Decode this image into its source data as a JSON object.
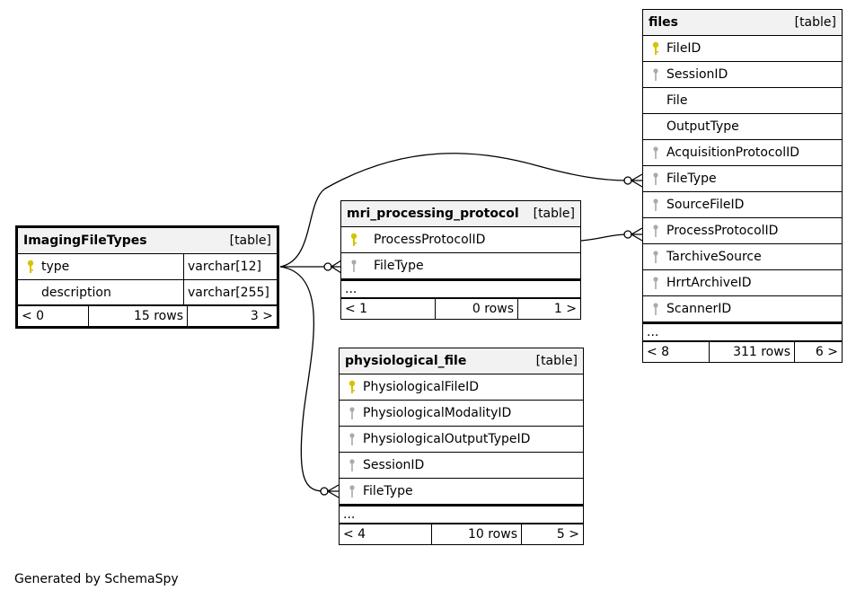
{
  "credit": "Generated by SchemaSpy",
  "tables": {
    "imaging": {
      "name": "ImagingFileTypes",
      "tag": "[table]",
      "columns": [
        {
          "name": "type",
          "type": "varchar[12]",
          "key": "primary"
        },
        {
          "name": "description",
          "type": "varchar[255]",
          "key": "none"
        }
      ],
      "footer": {
        "parents": "< 0",
        "rows": "15 rows",
        "children": "3 >"
      }
    },
    "mri": {
      "name": "mri_processing_protocol",
      "tag": "[table]",
      "columns": [
        {
          "name": "ProcessProtocolID",
          "key": "primary"
        },
        {
          "name": "FileType",
          "key": "foreign"
        }
      ],
      "ellipsis": "...",
      "footer": {
        "parents": "< 1",
        "rows": "0 rows",
        "children": "1 >"
      }
    },
    "physio": {
      "name": "physiological_file",
      "tag": "[table]",
      "columns": [
        {
          "name": "PhysiologicalFileID",
          "key": "primary"
        },
        {
          "name": "PhysiologicalModalityID",
          "key": "foreign"
        },
        {
          "name": "PhysiologicalOutputTypeID",
          "key": "foreign"
        },
        {
          "name": "SessionID",
          "key": "foreign"
        },
        {
          "name": "FileType",
          "key": "foreign"
        }
      ],
      "ellipsis": "...",
      "footer": {
        "parents": "< 4",
        "rows": "10 rows",
        "children": "5 >"
      }
    },
    "files": {
      "name": "files",
      "tag": "[table]",
      "columns": [
        {
          "name": "FileID",
          "key": "primary"
        },
        {
          "name": "SessionID",
          "key": "foreign"
        },
        {
          "name": "File",
          "key": "none"
        },
        {
          "name": "OutputType",
          "key": "none"
        },
        {
          "name": "AcquisitionProtocolID",
          "key": "foreign"
        },
        {
          "name": "FileType",
          "key": "foreign"
        },
        {
          "name": "SourceFileID",
          "key": "foreign"
        },
        {
          "name": "ProcessProtocolID",
          "key": "foreign"
        },
        {
          "name": "TarchiveSource",
          "key": "foreign"
        },
        {
          "name": "HrrtArchiveID",
          "key": "foreign"
        },
        {
          "name": "ScannerID",
          "key": "foreign"
        }
      ],
      "ellipsis": "...",
      "footer": {
        "parents": "< 8",
        "rows": "311 rows",
        "children": "6 >"
      }
    }
  },
  "relationships": [
    {
      "from": "ImagingFileTypes.type",
      "to": "files.FileType",
      "cardinality": "zero-or-many"
    },
    {
      "from": "ImagingFileTypes.type",
      "to": "mri_processing_protocol.FileType",
      "cardinality": "zero-or-many"
    },
    {
      "from": "ImagingFileTypes.type",
      "to": "physiological_file.FileType",
      "cardinality": "zero-or-many"
    },
    {
      "from": "mri_processing_protocol.ProcessProtocolID",
      "to": "files.ProcessProtocolID",
      "cardinality": "zero-or-many"
    }
  ],
  "colors": {
    "primary_key": "#d4c400",
    "foreign_key": "#aaaaaa",
    "header_bg": "#f2f2f2"
  }
}
